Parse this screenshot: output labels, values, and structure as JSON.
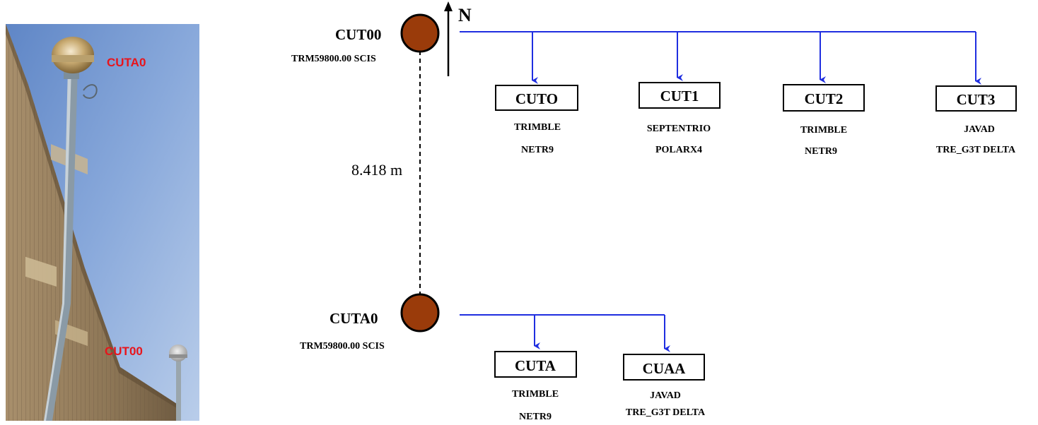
{
  "photo": {
    "label_top": "CUTA0",
    "label_bottom": "CUT00",
    "label_color": "#e8141b"
  },
  "north_label": "N",
  "distance_label": "8.418 m",
  "colors": {
    "antenna_fill": "#9a3b0a",
    "connector": "#1f2ee0",
    "box_border": "#000000"
  },
  "antennas": {
    "top": {
      "name": "CUT00",
      "model": "TRM59800.00 SCIS"
    },
    "bottom": {
      "name": "CUTA0",
      "model": "TRM59800.00 SCIS"
    }
  },
  "receivers_top": [
    {
      "name": "CUTO",
      "line1": "TRIMBLE",
      "line2": "NETR9"
    },
    {
      "name": "CUT1",
      "line1": "SEPTENTRIO",
      "line2": "POLARX4"
    },
    {
      "name": "CUT2",
      "line1": "TRIMBLE",
      "line2": "NETR9"
    },
    {
      "name": "CUT3",
      "line1": "JAVAD",
      "line2": "TRE_G3T DELTA"
    }
  ],
  "receivers_bottom": [
    {
      "name": "CUTA",
      "line1": "TRIMBLE",
      "line2": "NETR9"
    },
    {
      "name": "CUAA",
      "line1": "JAVAD",
      "line2": "TRE_G3T DELTA"
    }
  ]
}
